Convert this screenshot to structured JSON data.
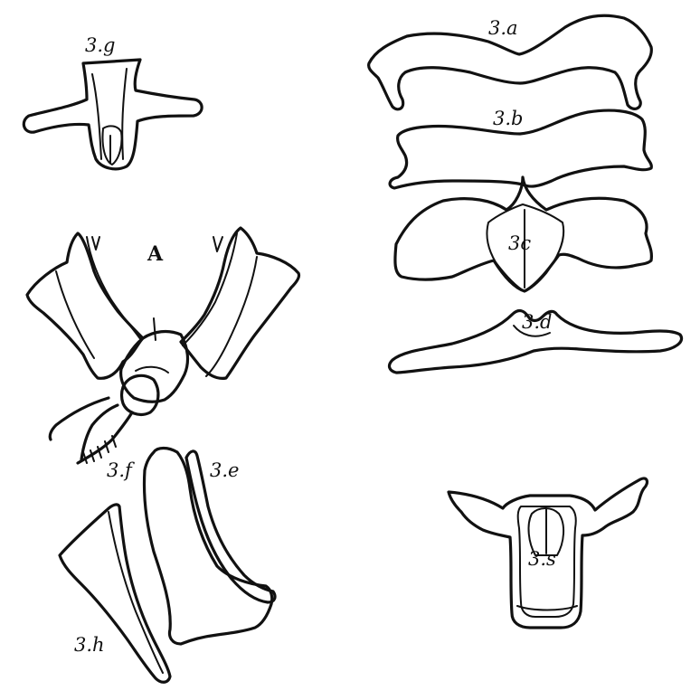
{
  "figure": {
    "labels": {
      "g": "3.g",
      "a": "3.a",
      "b": "3.b",
      "c": "3c",
      "d": "3.d",
      "A": "A",
      "f": "3.f",
      "e": "3.e",
      "h": "3.h",
      "s": "3.s"
    }
  },
  "colors": {
    "ink": "#111111",
    "paper": "#ffffff"
  }
}
